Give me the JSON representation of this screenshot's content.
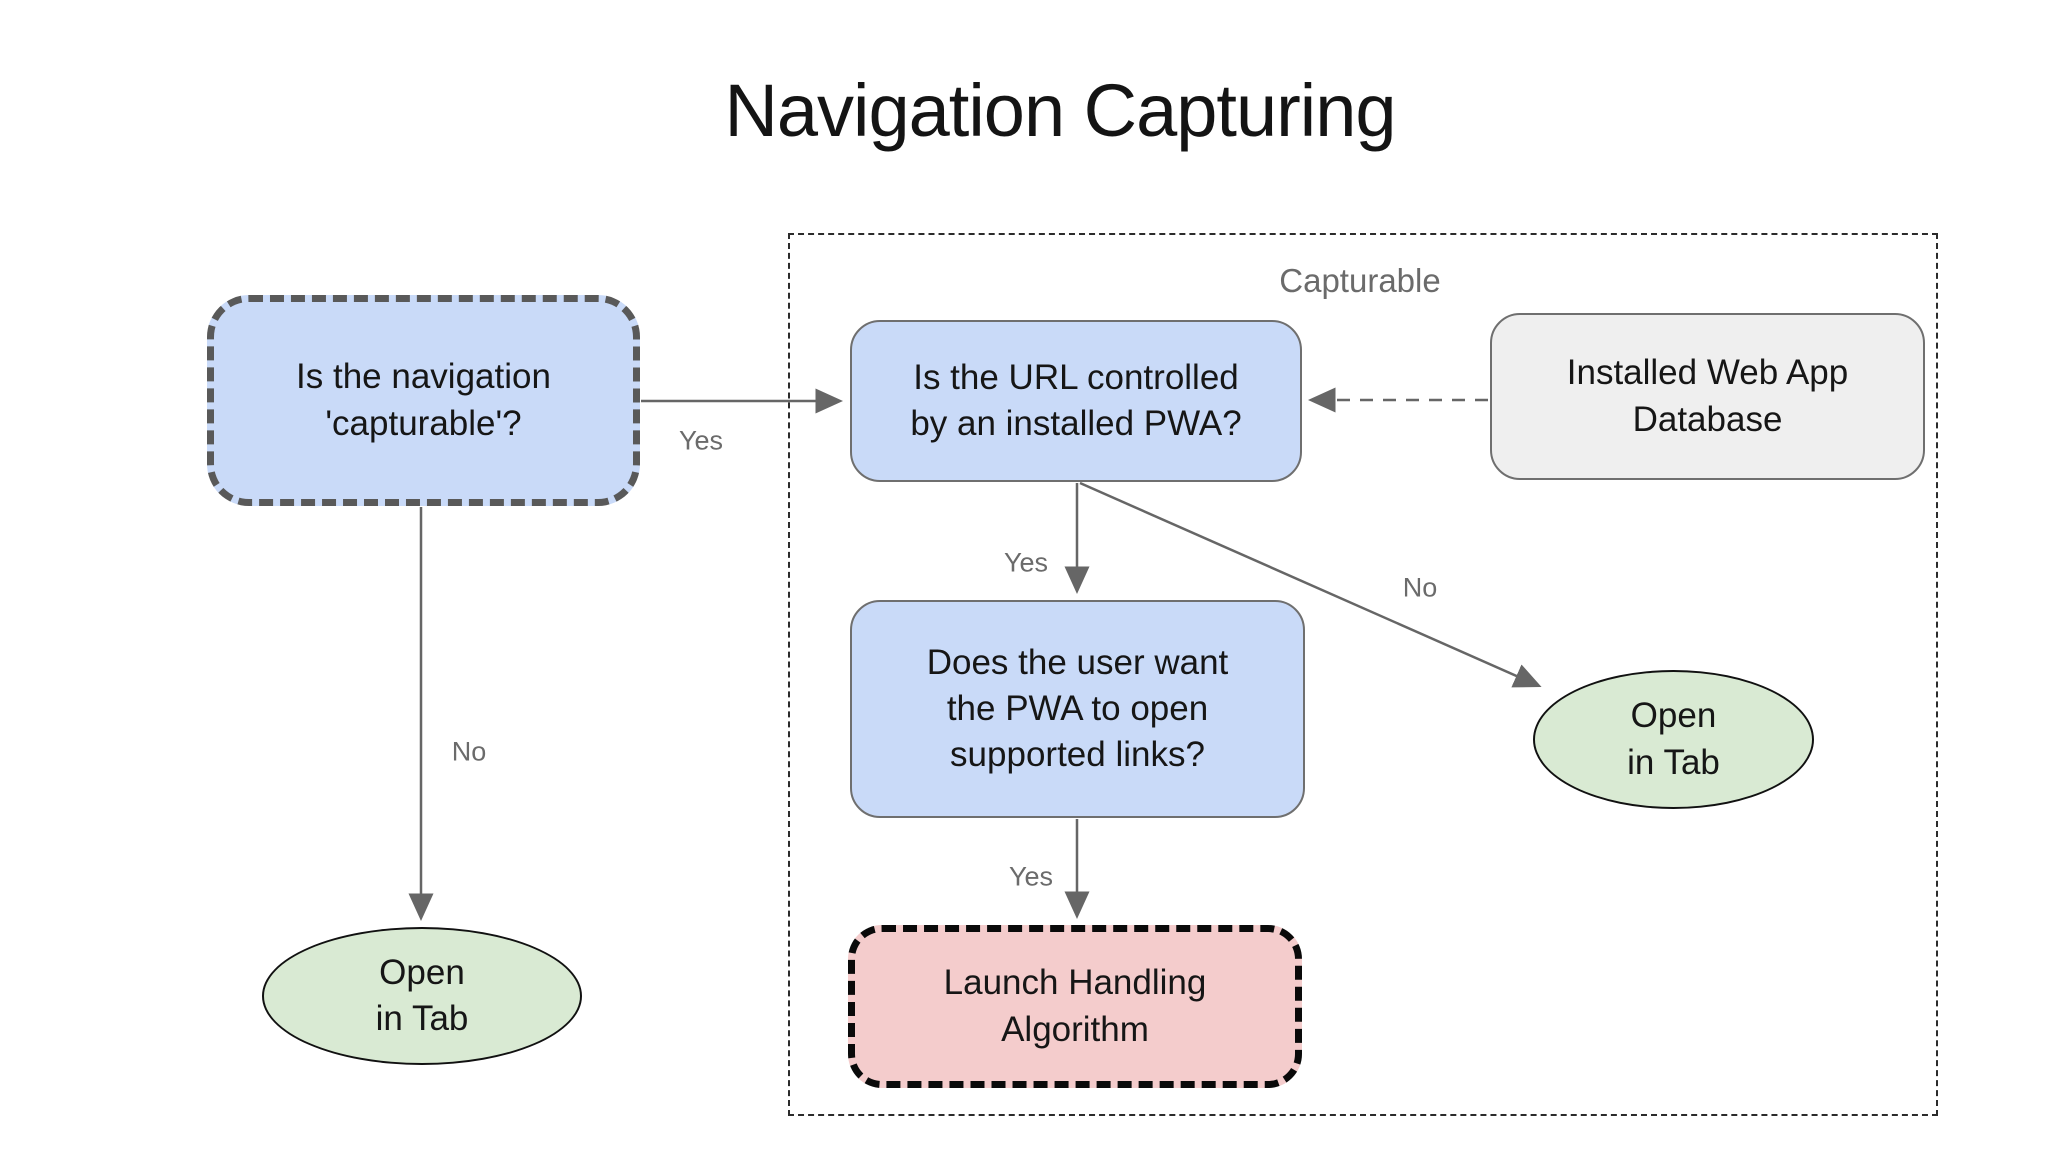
{
  "title": "Navigation Capturing",
  "group_label": "Capturable",
  "nodes": {
    "capturable_question": {
      "text": "Is the navigation\n'capturable'?"
    },
    "url_question": {
      "text": "Is the URL controlled\nby an installed PWA?"
    },
    "database": {
      "text": "Installed Web App\nDatabase"
    },
    "user_want": {
      "text": "Does the user want\nthe PWA to open\nsupported links?"
    },
    "launch": {
      "text": "Launch Handling\nAlgorithm"
    },
    "open_tab_left": {
      "text": "Open\nin Tab"
    },
    "open_tab_right": {
      "text": "Open\nin Tab"
    }
  },
  "edge_labels": {
    "capturable_yes": "Yes",
    "capturable_no": "No",
    "url_yes": "Yes",
    "url_no": "No",
    "user_want_yes": "Yes"
  },
  "colors": {
    "decision_fill": "#c9daf8",
    "terminal_fill": "#d9ead3",
    "process_fill": "#f4cccc",
    "data_fill": "#efefef",
    "edge": "#666666",
    "label_text": "#6b6b6b"
  }
}
